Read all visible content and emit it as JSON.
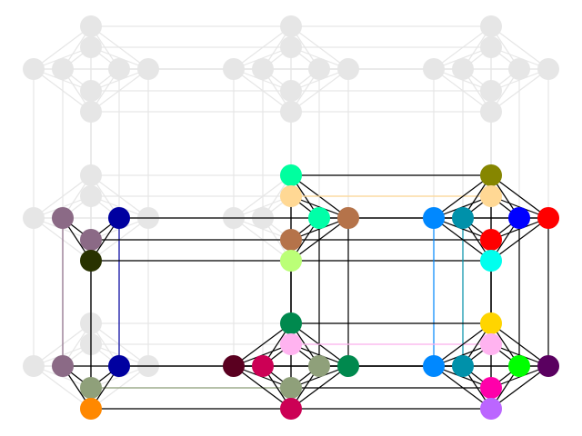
{
  "diagram": {
    "background": "#ffffff",
    "inactive_color": "#e6e6e6",
    "edge_color": "#000000",
    "active_nodes": [
      {
        "block": [
          1,
          1
        ],
        "slot": "T",
        "color": "#00ff9f"
      },
      {
        "block": [
          1,
          1
        ],
        "slot": "TL",
        "color": "#ffd894"
      },
      {
        "block": [
          1,
          1
        ],
        "slot": "R1",
        "color": "#00ffa8"
      },
      {
        "block": [
          1,
          1
        ],
        "slot": "R2",
        "color": "#b5734a"
      },
      {
        "block": [
          1,
          1
        ],
        "slot": "BL",
        "color": "#b5734a"
      },
      {
        "block": [
          1,
          1
        ],
        "slot": "B",
        "color": "#bbff77"
      },
      {
        "block": [
          2,
          1
        ],
        "slot": "T",
        "color": "#868600"
      },
      {
        "block": [
          2,
          1
        ],
        "slot": "TL",
        "color": "#ffd894"
      },
      {
        "block": [
          2,
          1
        ],
        "slot": "L2",
        "color": "#0088ff"
      },
      {
        "block": [
          2,
          1
        ],
        "slot": "L1",
        "color": "#0091aa"
      },
      {
        "block": [
          2,
          1
        ],
        "slot": "R1",
        "color": "#0000ff"
      },
      {
        "block": [
          2,
          1
        ],
        "slot": "R2",
        "color": "#ff0000"
      },
      {
        "block": [
          2,
          1
        ],
        "slot": "BL",
        "color": "#ff0000"
      },
      {
        "block": [
          2,
          1
        ],
        "slot": "B",
        "color": "#00ffee"
      },
      {
        "block": [
          0,
          1
        ],
        "slot": "L1",
        "color": "#8b6a86"
      },
      {
        "block": [
          0,
          1
        ],
        "slot": "R1",
        "color": "#0000a0"
      },
      {
        "block": [
          0,
          1
        ],
        "slot": "BL",
        "color": "#8b6a86"
      },
      {
        "block": [
          0,
          1
        ],
        "slot": "B",
        "color": "#283200"
      },
      {
        "block": [
          0,
          2
        ],
        "slot": "L1",
        "color": "#8b6a86"
      },
      {
        "block": [
          0,
          2
        ],
        "slot": "R1",
        "color": "#0000a0"
      },
      {
        "block": [
          0,
          2
        ],
        "slot": "BL",
        "color": "#8fa07a"
      },
      {
        "block": [
          0,
          2
        ],
        "slot": "B",
        "color": "#ff8800"
      },
      {
        "block": [
          1,
          2
        ],
        "slot": "T",
        "color": "#00894e"
      },
      {
        "block": [
          1,
          2
        ],
        "slot": "TL",
        "color": "#ffb3f0"
      },
      {
        "block": [
          1,
          2
        ],
        "slot": "L2",
        "color": "#5a0020"
      },
      {
        "block": [
          1,
          2
        ],
        "slot": "L1",
        "color": "#cc0055"
      },
      {
        "block": [
          1,
          2
        ],
        "slot": "R1",
        "color": "#8fa07a"
      },
      {
        "block": [
          1,
          2
        ],
        "slot": "R2",
        "color": "#00894e"
      },
      {
        "block": [
          1,
          2
        ],
        "slot": "BL",
        "color": "#8fa07a"
      },
      {
        "block": [
          1,
          2
        ],
        "slot": "B",
        "color": "#cc0055"
      },
      {
        "block": [
          2,
          2
        ],
        "slot": "T",
        "color": "#ffd500"
      },
      {
        "block": [
          2,
          2
        ],
        "slot": "TL",
        "color": "#ffb3f0"
      },
      {
        "block": [
          2,
          2
        ],
        "slot": "L2",
        "color": "#0088ff"
      },
      {
        "block": [
          2,
          2
        ],
        "slot": "L1",
        "color": "#0091aa"
      },
      {
        "block": [
          2,
          2
        ],
        "slot": "R1",
        "color": "#00ff00"
      },
      {
        "block": [
          2,
          2
        ],
        "slot": "R2",
        "color": "#5a0060"
      },
      {
        "block": [
          2,
          2
        ],
        "slot": "BL",
        "color": "#ff00aa"
      },
      {
        "block": [
          2,
          2
        ],
        "slot": "B",
        "color": "#bb66ff"
      }
    ]
  }
}
